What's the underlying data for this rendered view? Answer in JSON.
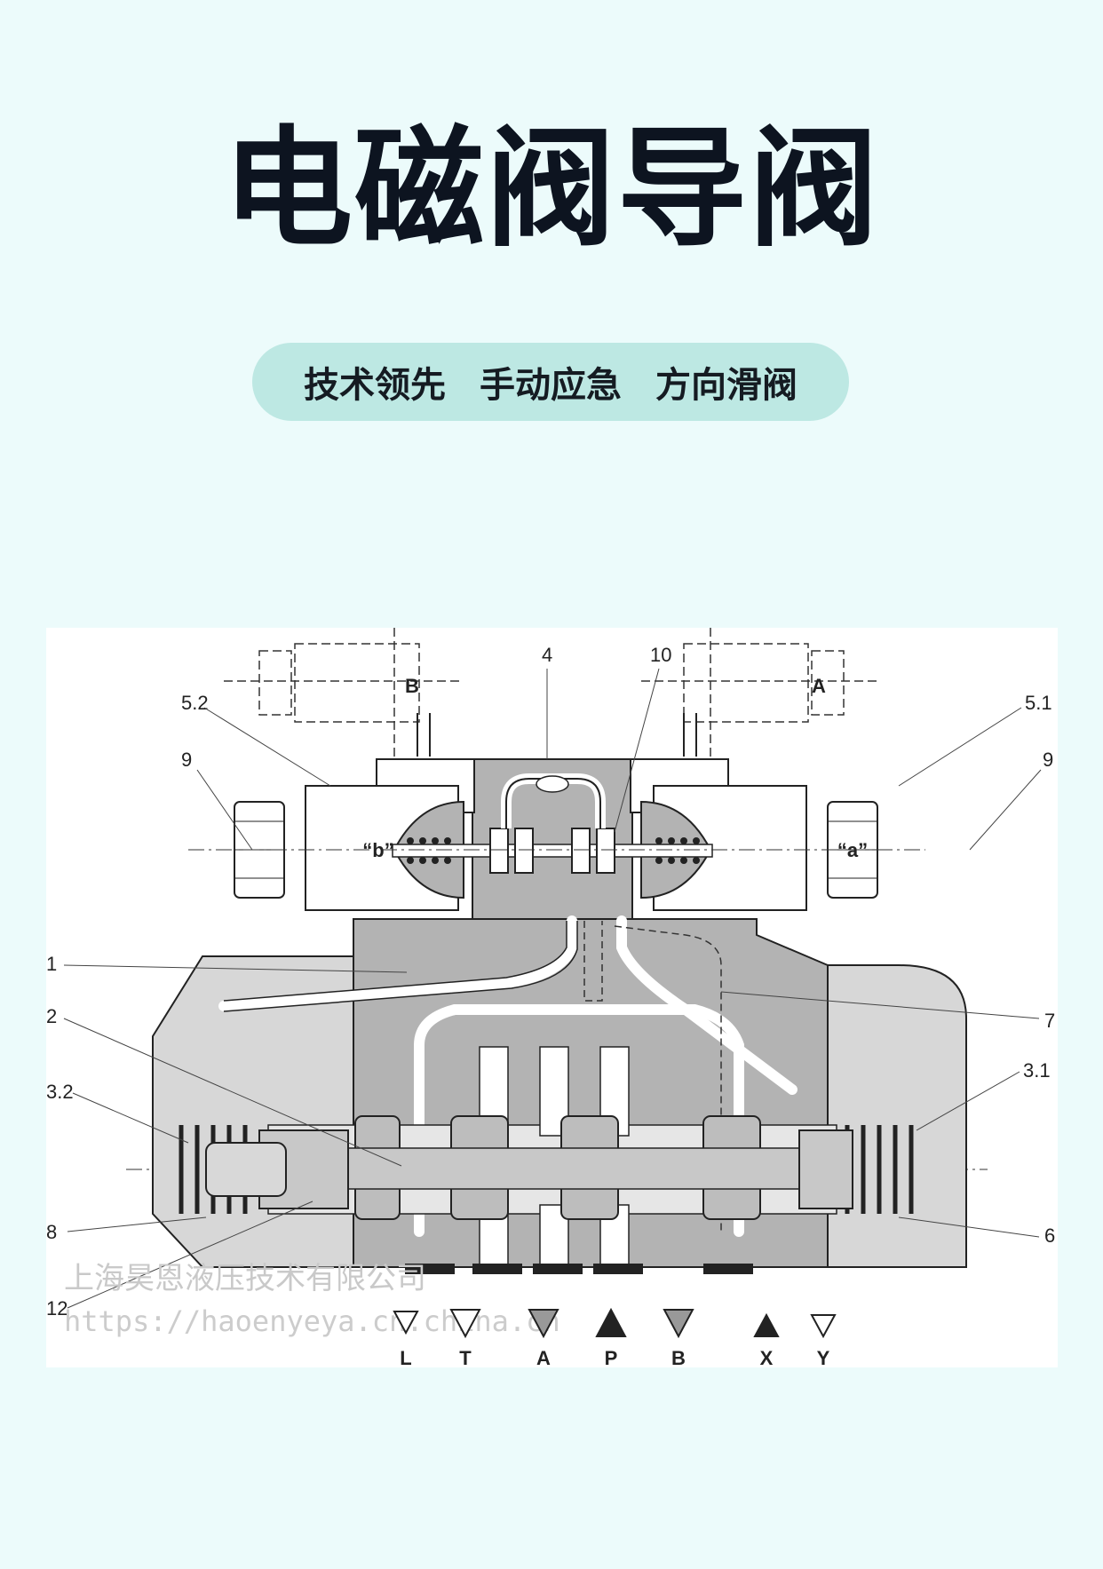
{
  "title": "电磁阀导阀",
  "tags": [
    "技术领先",
    "手动应急",
    "方向滑阀"
  ],
  "diagram": {
    "callouts": [
      "5.2",
      "9",
      "4",
      "10",
      "5.1",
      "9",
      "1",
      "2",
      "3.2",
      "8",
      "12",
      "7",
      "3.1",
      "6"
    ],
    "solenoid_labels": [
      "B",
      "A"
    ],
    "coil_labels": [
      "“b”",
      "“a”"
    ],
    "ports": [
      "L",
      "T",
      "A",
      "P",
      "B",
      "X",
      "Y"
    ],
    "watermark_text": "上海昊恩液压技术有限公司",
    "watermark_url": "https://haoenyeya.cn.china.cn"
  },
  "colors": {
    "background": "#ecfbfb",
    "pill": "#bde8e3",
    "body_gray": "#b3b3b3",
    "title": "#0d1420"
  }
}
